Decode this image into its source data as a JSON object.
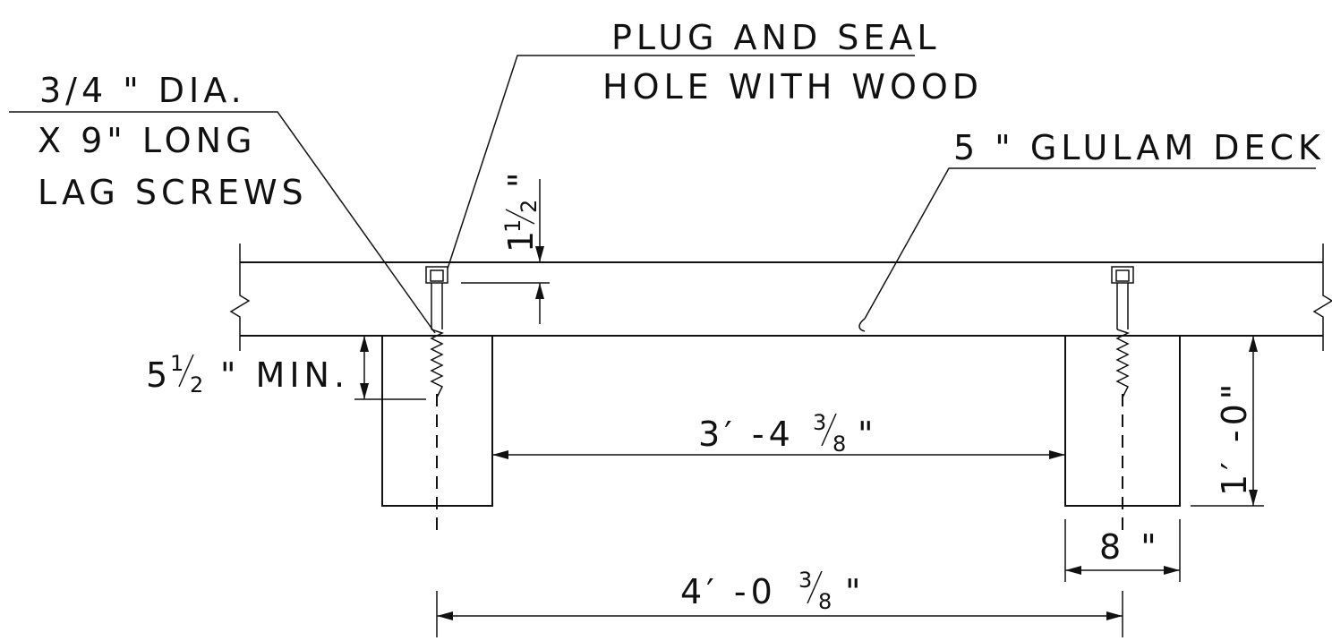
{
  "labels": {
    "plug_line1": "PLUG AND SEAL",
    "plug_line2": "HOLE WITH WOOD",
    "lag_line1": "3/4 \" DIA.",
    "lag_line2": "X 9\" LONG",
    "lag_line3": "LAG SCREWS",
    "deck": "5 \" GLULAM DECK"
  },
  "dimensions": {
    "counterbore": {
      "whole": "1",
      "num": "1",
      "den": "2",
      "unit": "\""
    },
    "embed": {
      "whole": "5",
      "num": "1",
      "den": "2",
      "unit": "\" MIN."
    },
    "clear_span": {
      "main": "3′ -4",
      "num": "3",
      "den": "8",
      "unit": "\""
    },
    "beam_depth": "1′ -0\"",
    "beam_width": "8 \"",
    "center_span": {
      "main": "4′ -0",
      "num": "3",
      "den": "8",
      "unit": "\""
    }
  },
  "colors": {
    "line": "#111111",
    "background": "#ffffff"
  }
}
